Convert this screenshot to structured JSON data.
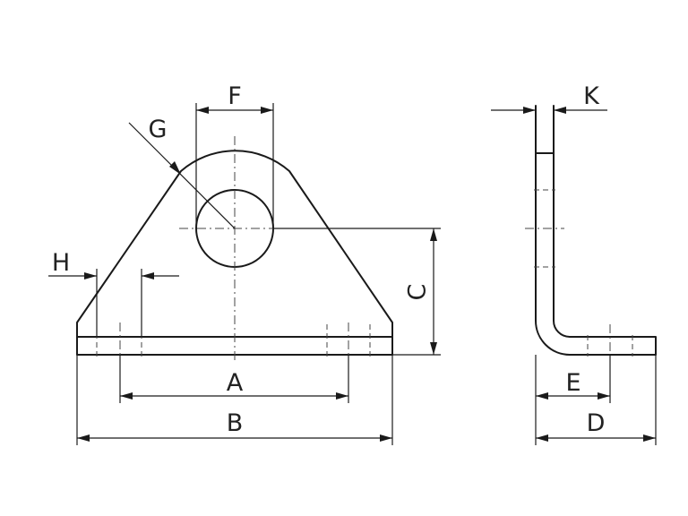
{
  "labels": {
    "A": "A",
    "B": "B",
    "C": "C",
    "D": "D",
    "E": "E",
    "F": "F",
    "G": "G",
    "H": "H",
    "K": "K"
  }
}
